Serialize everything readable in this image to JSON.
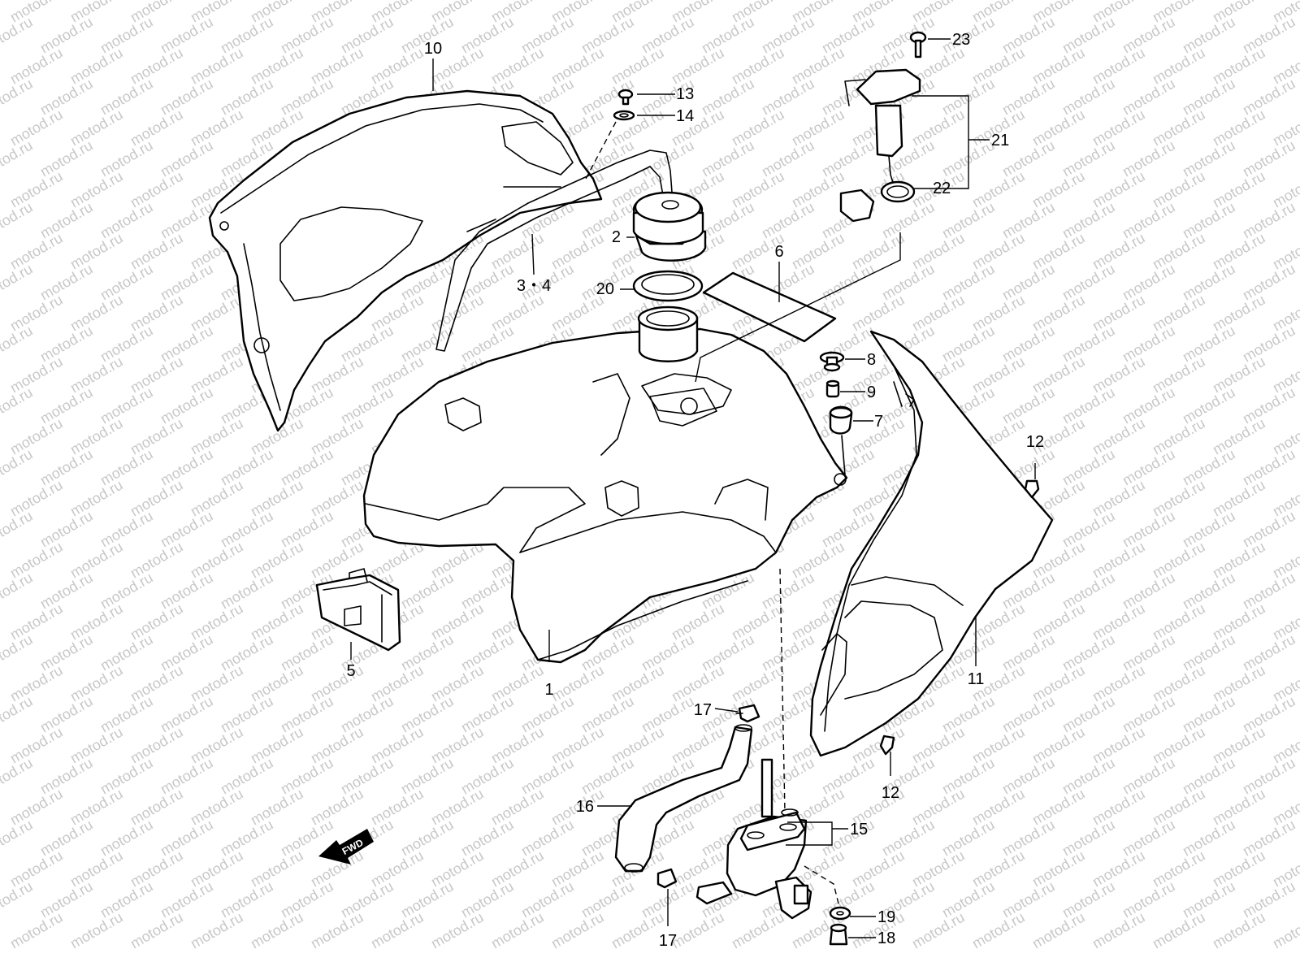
{
  "watermark": {
    "text": "motod.ru",
    "color": "#c8c8c8"
  },
  "direction_badge": {
    "text": "FWD"
  },
  "callouts": {
    "c1": "1",
    "c2": "2",
    "c3_4": "3・4",
    "c5": "5",
    "c6": "6",
    "c7": "7",
    "c8": "8",
    "c9": "9",
    "c10": "10",
    "c11": "11",
    "c12a": "12",
    "c12b": "12",
    "c13": "13",
    "c14": "14",
    "c15": "15",
    "c16": "16",
    "c17a": "17",
    "c17b": "17",
    "c18": "18",
    "c19": "19",
    "c20": "20",
    "c21": "21",
    "c22": "22",
    "c23": "23"
  },
  "parts": [
    {
      "ref": "1",
      "icon": "fuel-tank-icon"
    },
    {
      "ref": "2",
      "icon": "fuel-cap-icon"
    },
    {
      "ref": "3・4",
      "icon": "tank-hose-icon"
    },
    {
      "ref": "5",
      "icon": "bracket-icon"
    },
    {
      "ref": "6",
      "icon": "label-plate-icon"
    },
    {
      "ref": "7",
      "icon": "rubber-cushion-icon"
    },
    {
      "ref": "8",
      "icon": "bolt-icon"
    },
    {
      "ref": "9",
      "icon": "collar-icon"
    },
    {
      "ref": "10",
      "icon": "left-tank-cover-icon"
    },
    {
      "ref": "11",
      "icon": "right-tank-cover-icon"
    },
    {
      "ref": "12",
      "icon": "clip-icon"
    },
    {
      "ref": "13",
      "icon": "clip-icon"
    },
    {
      "ref": "14",
      "icon": "washer-icon"
    },
    {
      "ref": "15",
      "icon": "gasket-icon"
    },
    {
      "ref": "16",
      "icon": "fuel-hose-icon"
    },
    {
      "ref": "17",
      "icon": "hose-clamp-icon"
    },
    {
      "ref": "18",
      "icon": "bolt-icon"
    },
    {
      "ref": "19",
      "icon": "washer-icon"
    },
    {
      "ref": "20",
      "icon": "cap-gasket-icon"
    },
    {
      "ref": "21",
      "icon": "fuel-level-gauge-icon"
    },
    {
      "ref": "22",
      "icon": "o-ring-icon"
    },
    {
      "ref": "23",
      "icon": "screw-icon"
    }
  ]
}
